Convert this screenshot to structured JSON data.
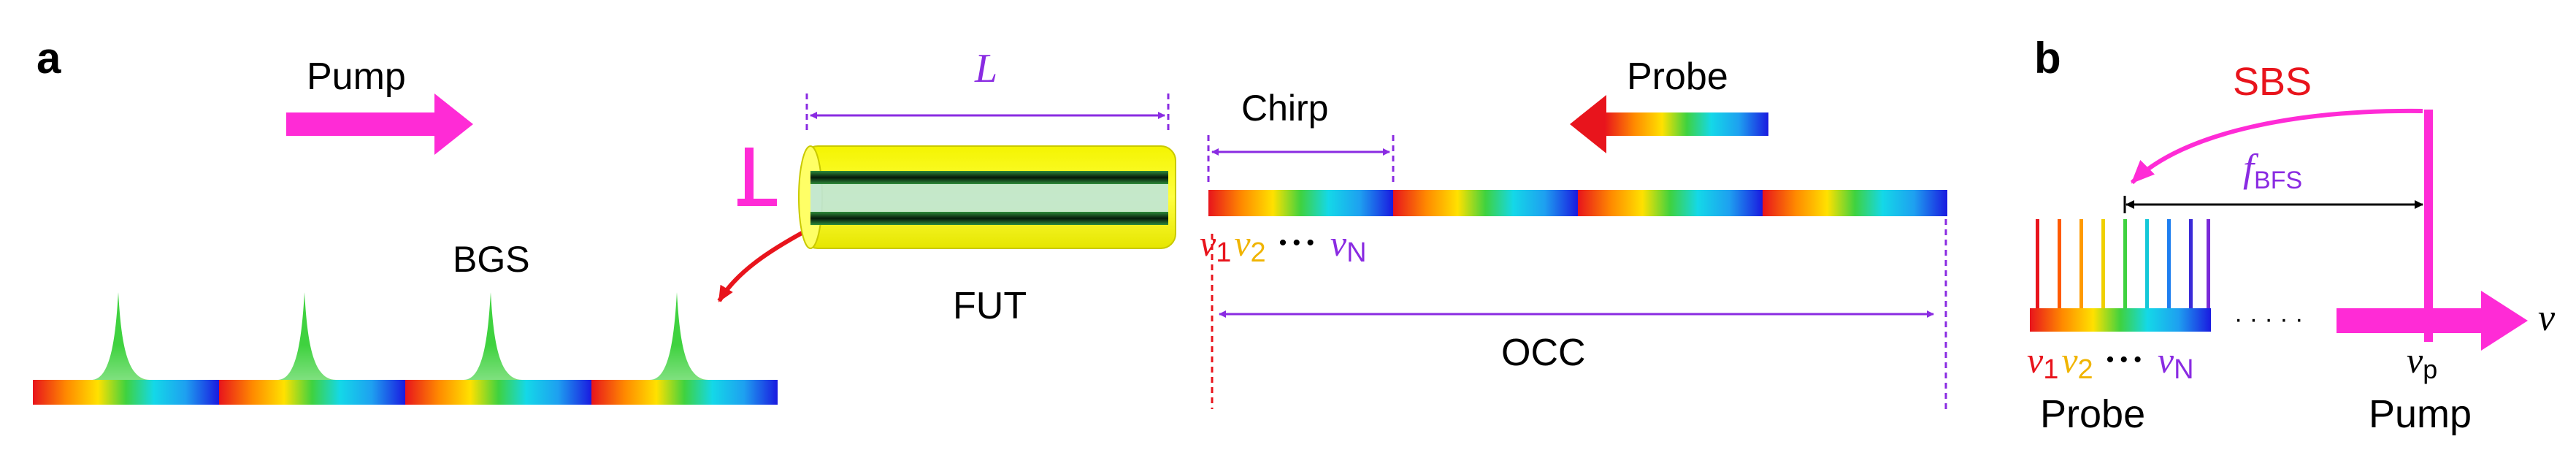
{
  "panel_a": {
    "label": "a",
    "pump": "Pump",
    "length": "L",
    "probe": "Probe",
    "chirp": "Chirp",
    "bgs": "BGS",
    "fut": "FUT",
    "occ": "OCC",
    "nu": "ν",
    "sub1": "1",
    "sub2": "2",
    "subN": "N",
    "dots": "• • •"
  },
  "panel_b": {
    "label": "b",
    "sbs": "SBS",
    "f": "f",
    "f_sub": "BFS",
    "nu": "ν",
    "sub1": "1",
    "sub2": "2",
    "subN": "N",
    "sub_p": "p",
    "dots": "• • •",
    "dots_gap": "· · · · ·",
    "axis_nu": "ν",
    "probe": "Probe",
    "pump": "Pump"
  },
  "colors": {
    "magenta": "#ff2bd6",
    "purple": "#8a2be2",
    "red": "#e8141c",
    "fiber_yellow": "#ffff00",
    "fiber_core": "#0a3d1a"
  },
  "icons": {
    "pump_arrow": "right-arrow-icon",
    "probe_arrow": "left-arrow-icon",
    "reflector": "mirror-icon"
  }
}
